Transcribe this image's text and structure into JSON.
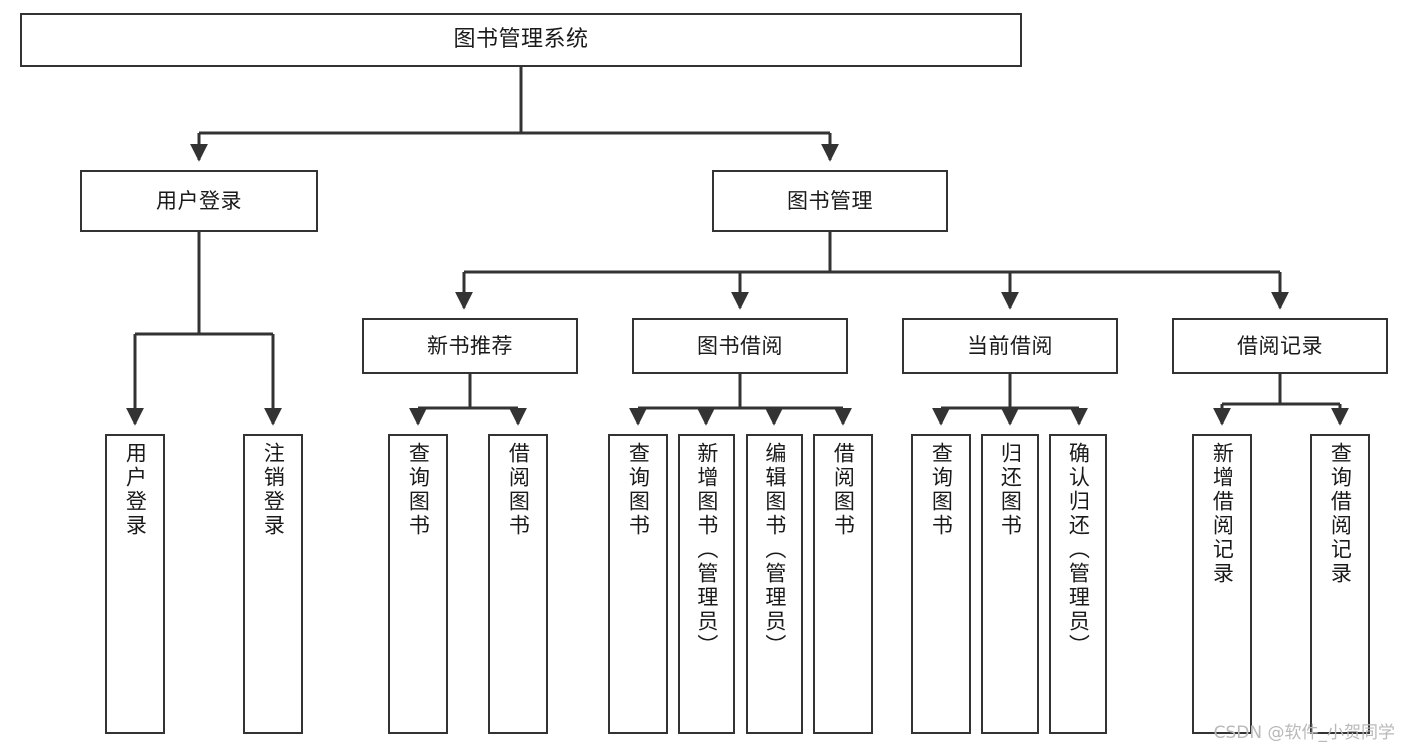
{
  "diagram": {
    "title": "图书管理系统",
    "type": "tree-hierarchy",
    "watermark": "CSDN @软件_小贺同学",
    "colors": {
      "box_border": "#333333",
      "box_fill": "#ffffff",
      "edge": "#333333",
      "text": "#1a1a1a",
      "watermark": "#b9b9b9",
      "background": "#ffffff"
    },
    "root": {
      "label": "图书管理系统"
    },
    "level2": [
      {
        "id": "user-login",
        "label": "用户登录"
      },
      {
        "id": "book-manage",
        "label": "图书管理"
      }
    ],
    "level3": [
      {
        "id": "new-book-recommend",
        "label": "新书推荐"
      },
      {
        "id": "book-borrow",
        "label": "图书借阅"
      },
      {
        "id": "current-borrow",
        "label": "当前借阅"
      },
      {
        "id": "borrow-record",
        "label": "借阅记录"
      }
    ],
    "leaves": {
      "user_login": [
        {
          "id": "leaf-user-login",
          "label": "用户登录"
        },
        {
          "id": "leaf-logout-login",
          "label": "注销登录"
        }
      ],
      "new_book_recommend": [
        {
          "id": "leaf-query-book-1",
          "label": "查询图书"
        },
        {
          "id": "leaf-borrow-book-1",
          "label": "借阅图书"
        }
      ],
      "book_borrow": [
        {
          "id": "leaf-query-book-2",
          "label": "查询图书"
        },
        {
          "id": "leaf-add-book",
          "label": "新增图书（管理员）"
        },
        {
          "id": "leaf-edit-book",
          "label": "编辑图书（管理员）"
        },
        {
          "id": "leaf-borrow-book-2",
          "label": "借阅图书"
        }
      ],
      "current_borrow": [
        {
          "id": "leaf-query-book-3",
          "label": "查询图书"
        },
        {
          "id": "leaf-return-book",
          "label": "归还图书"
        },
        {
          "id": "leaf-confirm-return",
          "label": "确认归还（管理员）"
        }
      ],
      "borrow_record": [
        {
          "id": "leaf-add-record",
          "label": "新增借阅记录"
        },
        {
          "id": "leaf-query-record",
          "label": "查询借阅记录"
        }
      ]
    }
  }
}
